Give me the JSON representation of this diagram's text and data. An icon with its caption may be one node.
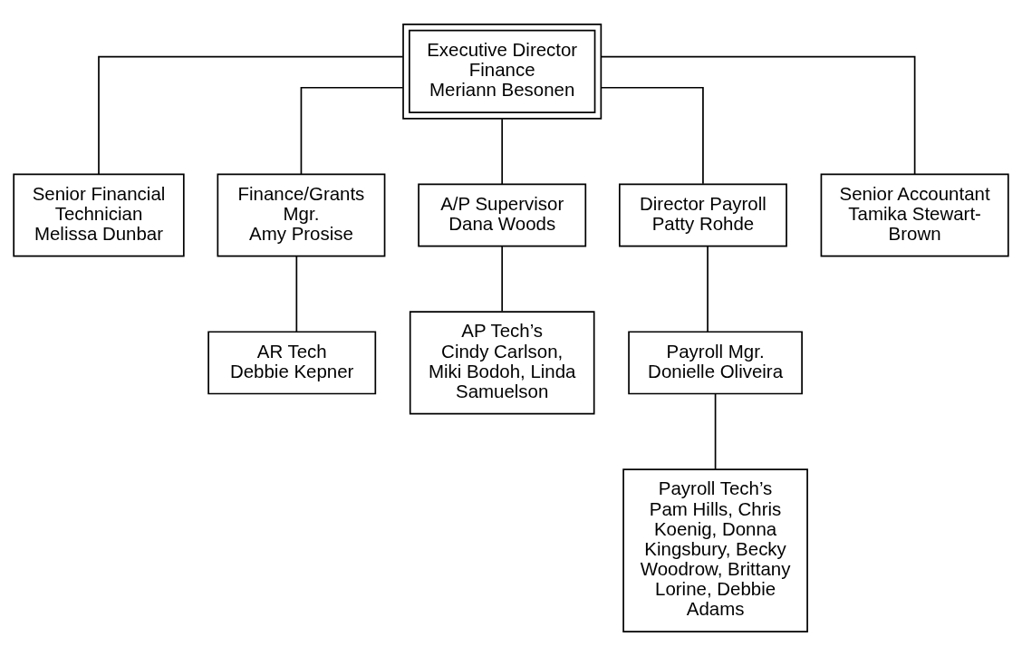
{
  "diagram": {
    "nodes": [
      {
        "text": [
          "Executive Director Finance",
          "Meriann Besonen"
        ]
      },
      {
        "text": [
          "Senior Financial Technician",
          "Melissa Dunbar"
        ]
      },
      {
        "text": [
          "Finance/Grants Mgr.",
          "Amy Prosise"
        ]
      },
      {
        "text": [
          "A/P Supervisor",
          "Dana Woods"
        ]
      },
      {
        "text": [
          "Director Payroll",
          "Patty Rohde"
        ]
      },
      {
        "text": [
          "Senior Accountant",
          "Tamika Stewart-Brown"
        ]
      },
      {
        "text": [
          "AR Tech",
          "Debbie Kepner"
        ]
      },
      {
        "text": [
          "AP Tech’s",
          "Cindy Carlson, Miki Bodoh, Linda Samuelson"
        ]
      },
      {
        "text": [
          "Payroll Mgr.",
          "Donielle Oliveira"
        ]
      },
      {
        "text": [
          "Payroll Tech’s",
          "Pam Hills, Chris Koenig, Donna Kingsbury, Becky Woodrow, Brittany Lorine, Debbie Adams"
        ]
      }
    ],
    "edges": [
      {
        "from": 0,
        "to": 1,
        "arrow": "none"
      },
      {
        "from": 0,
        "to": 2,
        "arrow": "none"
      },
      {
        "from": 0,
        "to": 3,
        "arrow": "none"
      },
      {
        "from": 0,
        "to": 4,
        "arrow": "none"
      },
      {
        "from": 0,
        "to": 5,
        "arrow": "none"
      },
      {
        "from": 2,
        "to": 6,
        "arrow": "none"
      },
      {
        "from": 3,
        "to": 7,
        "arrow": "none"
      },
      {
        "from": 4,
        "to": 8,
        "arrow": "none"
      },
      {
        "from": 8,
        "to": 9,
        "arrow": "none"
      }
    ]
  }
}
